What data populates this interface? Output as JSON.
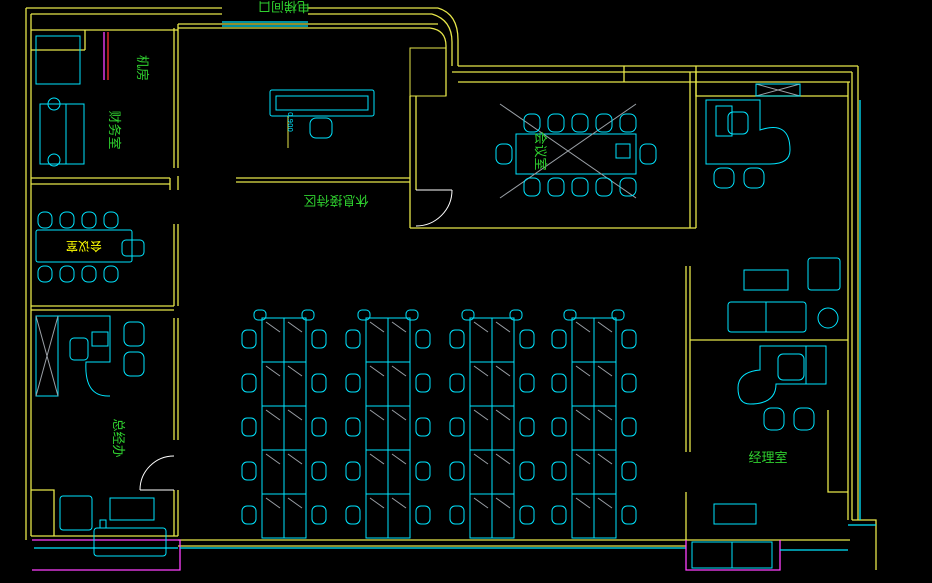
{
  "colors": {
    "background": "#000000",
    "wall": "#e6e64a",
    "furniture": "#00e5ff",
    "label": "#2fd12f",
    "label_highlight": "#ffff00",
    "accent_magenta": "#ff40ff",
    "accent_red": "#ff3030",
    "hatch": "#9aa0a6",
    "door": "#ffffff"
  },
  "rooms": {
    "entrance": "电梯间口",
    "server_room": "机房",
    "finance": "财务室",
    "meeting_small": "会议室",
    "gm_office": "总经办",
    "lounge": "休息接待区",
    "meeting_large": "会议室",
    "manager": "经理室"
  },
  "annotations": {
    "reception_code": "0.900"
  }
}
